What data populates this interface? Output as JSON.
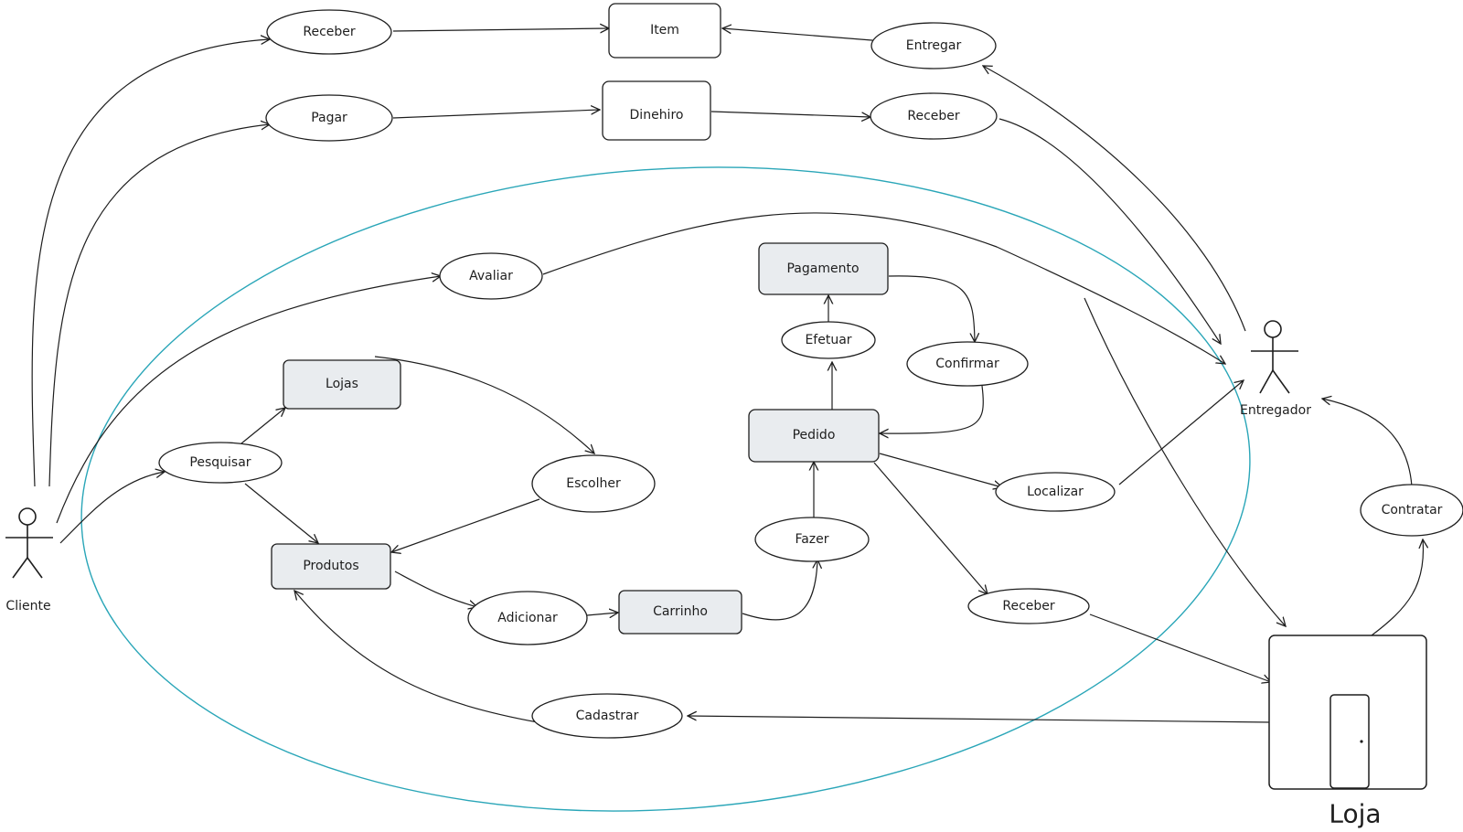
{
  "colors": {
    "stroke": "#1e1e1e",
    "boundary": "#2aa6b8",
    "entity_fill": "#e9ecef",
    "plain_fill": "#ffffff"
  },
  "actors": {
    "cliente": "Cliente",
    "entregador": "Entregador"
  },
  "store": {
    "label": "Loja",
    "icon": "store-building-icon"
  },
  "use_cases": {
    "receber_item": "Receber",
    "entregar": "Entregar",
    "pagar": "Pagar",
    "receber_dinheiro": "Receber",
    "avaliar": "Avaliar",
    "pesquisar": "Pesquisar",
    "escolher": "Escolher",
    "adicionar": "Adicionar",
    "cadastrar": "Cadastrar",
    "efetuar": "Efetuar",
    "confirmar": "Confirmar",
    "fazer": "Fazer",
    "localizar": "Localizar",
    "receber_pedido": "Receber",
    "contratar": "Contratar"
  },
  "entities": {
    "item": "Item",
    "dinheiro": "Dinehiro",
    "lojas": "Lojas",
    "produtos": "Produtos",
    "carrinho": "Carrinho",
    "pagamento": "Pagamento",
    "pedido": "Pedido"
  }
}
